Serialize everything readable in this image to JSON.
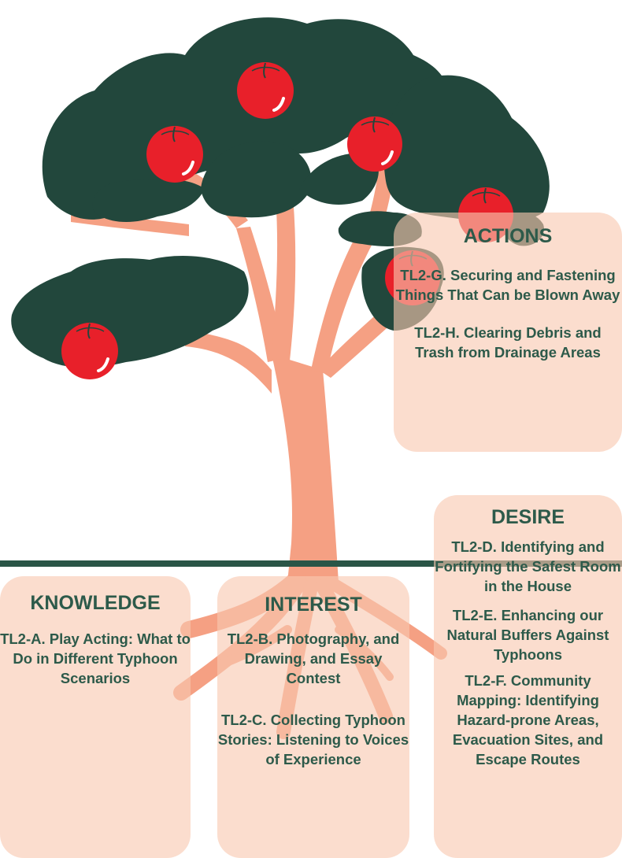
{
  "diagram": {
    "colors": {
      "canopy": "#22473c",
      "trunk": "#f5a083",
      "apple": "#e8202a",
      "ground_line": "#2a5547",
      "box_fill": "#f8c8b0",
      "text": "#2d5a4a"
    }
  },
  "knowledge": {
    "heading": "KNOWLEDGE",
    "items": [
      "TL2-A. Play Acting: What to Do in Different  Typhoon Scenarios"
    ]
  },
  "interest": {
    "heading": "INTEREST",
    "items": [
      "TL2-B. Photography, and Drawing, and Essay Contest",
      "TL2-C. Collecting Typhoon Stories: Listening to Voices of Experience"
    ]
  },
  "desire": {
    "heading": "DESIRE",
    "items": [
      "TL2-D. Identifying and Fortifying the Safest Room in the House",
      "TL2-E. Enhancing our Natural Buffers Against Typhoons",
      "TL2-F. Community Mapping: Identifying Hazard-prone Areas, Evacuation Sites, and Escape Routes"
    ]
  },
  "actions": {
    "heading": "ACTIONS",
    "items": [
      "TL2-G. Securing and Fastening Things That Can be Blown Away",
      "TL2-H. Clearing Debris and Trash from Drainage Areas"
    ]
  }
}
